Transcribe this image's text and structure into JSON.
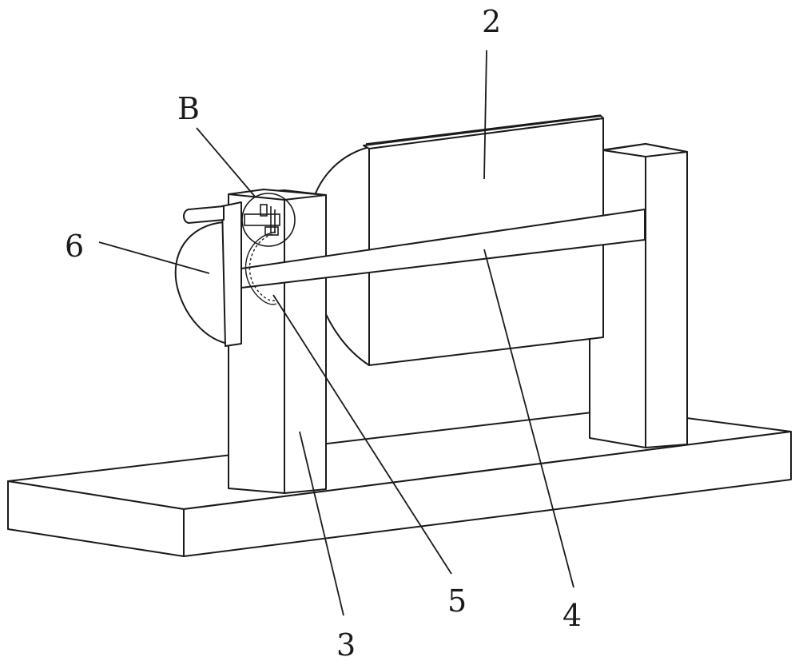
{
  "callouts": {
    "label_2": "2",
    "label_B": "B",
    "label_6": "6",
    "label_5": "5",
    "label_4": "4",
    "label_3": "3"
  }
}
